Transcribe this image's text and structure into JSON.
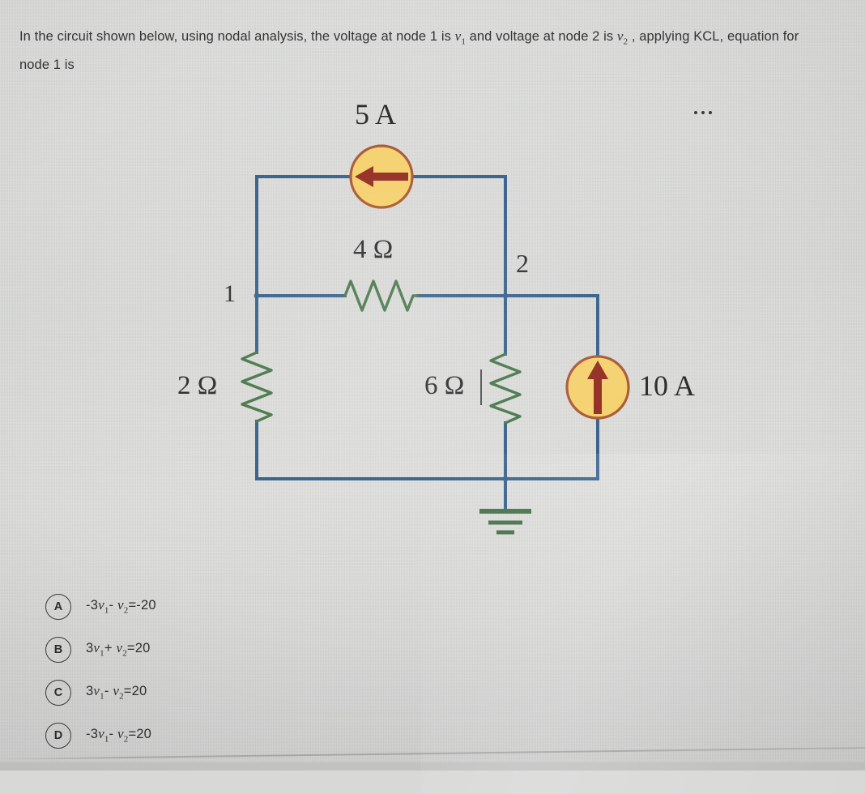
{
  "question": {
    "line1_a": "In the circuit shown below, using nodal analysis, the voltage at node 1 is ",
    "var_v1": "v",
    "var_v1_sub": "1",
    "line1_b": " and voltage at node 2 is ",
    "var_v2": "v",
    "var_v2_sub": "2",
    "line1_c": " , applying KCL, equation for",
    "line2": "node 1 is"
  },
  "overflow_menu": {
    "name": "ellipsis-icon",
    "dots": 3
  },
  "circuit": {
    "title": "nodal-analysis-circuit",
    "labels": {
      "source_5a": "5 A",
      "source_10a": "10 A",
      "resistor_4ohm": "4 Ω",
      "resistor_2ohm": "2 Ω",
      "resistor_6ohm": "6 Ω",
      "node_1": "1",
      "node_2": "2"
    },
    "colors": {
      "wire": "#2e5b87",
      "resistor": "#3f7040",
      "source_fill": "#f4cf68",
      "source_stroke": "#a6522a",
      "arrow": "#8e2418",
      "ground": "#3f6b42"
    },
    "components": [
      {
        "type": "current-source",
        "label": "5 A",
        "direction": "left",
        "value": 5,
        "unit": "A"
      },
      {
        "type": "current-source",
        "label": "10 A",
        "direction": "up",
        "value": 10,
        "unit": "A"
      },
      {
        "type": "resistor",
        "label": "4 Ω",
        "value": 4,
        "unit": "ohm",
        "orientation": "horizontal",
        "between": [
          "1",
          "2"
        ]
      },
      {
        "type": "resistor",
        "label": "2 Ω",
        "value": 2,
        "unit": "ohm",
        "orientation": "vertical",
        "between": [
          "1",
          "ground"
        ]
      },
      {
        "type": "resistor",
        "label": "6 Ω",
        "value": 6,
        "unit": "ohm",
        "orientation": "vertical",
        "between": [
          "2",
          "ground"
        ]
      },
      {
        "type": "ground",
        "label": "",
        "at": "bottom-node"
      }
    ]
  },
  "options": [
    {
      "letter": "A",
      "coef1": "-3",
      "v1": "v",
      "v1sub": "1",
      "op": "- ",
      "v2": "v",
      "v2sub": "2",
      "tail": "=-20"
    },
    {
      "letter": "B",
      "coef1": "3",
      "v1": "v",
      "v1sub": "1",
      "op": "+ ",
      "v2": "v",
      "v2sub": "2",
      "tail": "=20"
    },
    {
      "letter": "C",
      "coef1": "3",
      "v1": "v",
      "v1sub": "1",
      "op": "- ",
      "v2": "v",
      "v2sub": "2",
      "tail": "=20"
    },
    {
      "letter": "D",
      "coef1": "-3",
      "v1": "v",
      "v1sub": "1",
      "op": "- ",
      "v2": "v",
      "v2sub": "2",
      "tail": "=20"
    }
  ]
}
